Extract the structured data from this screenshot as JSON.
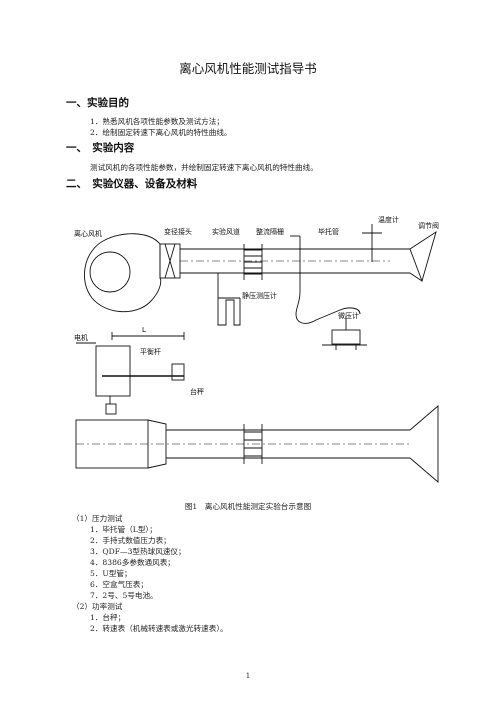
{
  "title": "离心风机性能测试指导书",
  "sec1": {
    "heading": "一、实验目的",
    "items": [
      "1．熟悉风机各项性能参数及测试方法；",
      "2．绘制固定转速下离心风机的特性曲线。"
    ]
  },
  "sec2": {
    "heading": "一、　实验内容",
    "text": "测试风机的各项性能参数，并绘制固定转速下离心风机的特性曲线。"
  },
  "sec3": {
    "heading": "二、　实验仪器、设备及材料"
  },
  "figure": {
    "labels": {
      "fan": "离心风机",
      "reducer": "变径接头",
      "duct": "实验风道",
      "rectifier": "整流隔栅",
      "pitot": "毕托管",
      "anemometer": "温度计",
      "valve": "调节阀",
      "static_gauge": "静压测压计",
      "micro_gauge": "微压计",
      "motor": "电机",
      "lever": "平衡杆",
      "scale": "台秤",
      "length": "L"
    },
    "caption": "图1　离心风机性能测定实验台示意图"
  },
  "list": {
    "group1": "（1）压力测试",
    "items1": [
      "1．毕托管（L型）；",
      "2．手持式数值压力表；",
      "3．QDF—3型热球风速仪；",
      "4．8386多参数通风表；",
      "5．U型管；",
      "6．空盒气压表；",
      "7．2号、5号电池。"
    ],
    "group2": "（2）功率测试",
    "items2": [
      "1．台秤；",
      "2．转速表（机械转速表或激光转速表）。"
    ]
  },
  "page_number": "1"
}
